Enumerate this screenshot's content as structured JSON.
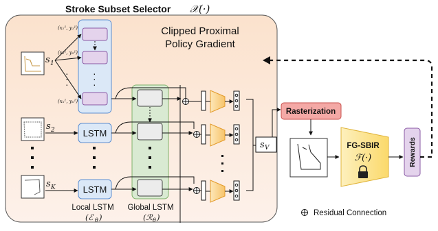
{
  "title": {
    "main": "Stroke Subset Selector",
    "symbol": "𝒳(·)"
  },
  "cppg": {
    "line1": "Clipped Proximal",
    "line2": "Policy Gradient"
  },
  "sketches": {
    "s1": "s",
    "s1_sub": "1",
    "s2": "s",
    "s2_sub": "2",
    "sK": "s",
    "sK_sub": "K"
  },
  "coords": {
    "c1": "(x₁¹, y₁¹)",
    "c2": "(x₂¹, y₂¹)",
    "cn": "(xₙ¹, yₙ¹)"
  },
  "lstm": {
    "box2": "LSTM",
    "boxK": "LSTM"
  },
  "labels": {
    "local_line1": "Local LSTM",
    "local_line2": "(ℰ",
    "local_sub": "θ",
    "global_line1": "Global LSTM",
    "global_line2": "(ℛ",
    "global_sub": "θ",
    "close": ")",
    "sv": "s",
    "sv_sub": "V",
    "residual": "Residual Connection"
  },
  "right": {
    "rasterization": "Rasterization",
    "fgsbir": "FG-SBIR",
    "fgsbir_fn": "ℱ(·)",
    "rewards": "Rewards"
  },
  "colors": {
    "panel_fill": "#fbe3cf",
    "panel_stroke": "#555555",
    "blue_fill": "#dbe8f7",
    "blue_stroke": "#5b8ed1",
    "purple_fill": "#e4d3ec",
    "purple_stroke": "#8a5aa5",
    "green_fill": "#d9ead2",
    "green_stroke": "#7fb26b",
    "gray_fill": "#ececec",
    "orange_fill": "#fde5b1",
    "orange_stroke": "#e39b2a",
    "red_fill": "#f4a9a6",
    "red_stroke": "#c9504c",
    "yellow_fill": "#fde9a4",
    "yellow_stroke": "#e0b43a"
  }
}
